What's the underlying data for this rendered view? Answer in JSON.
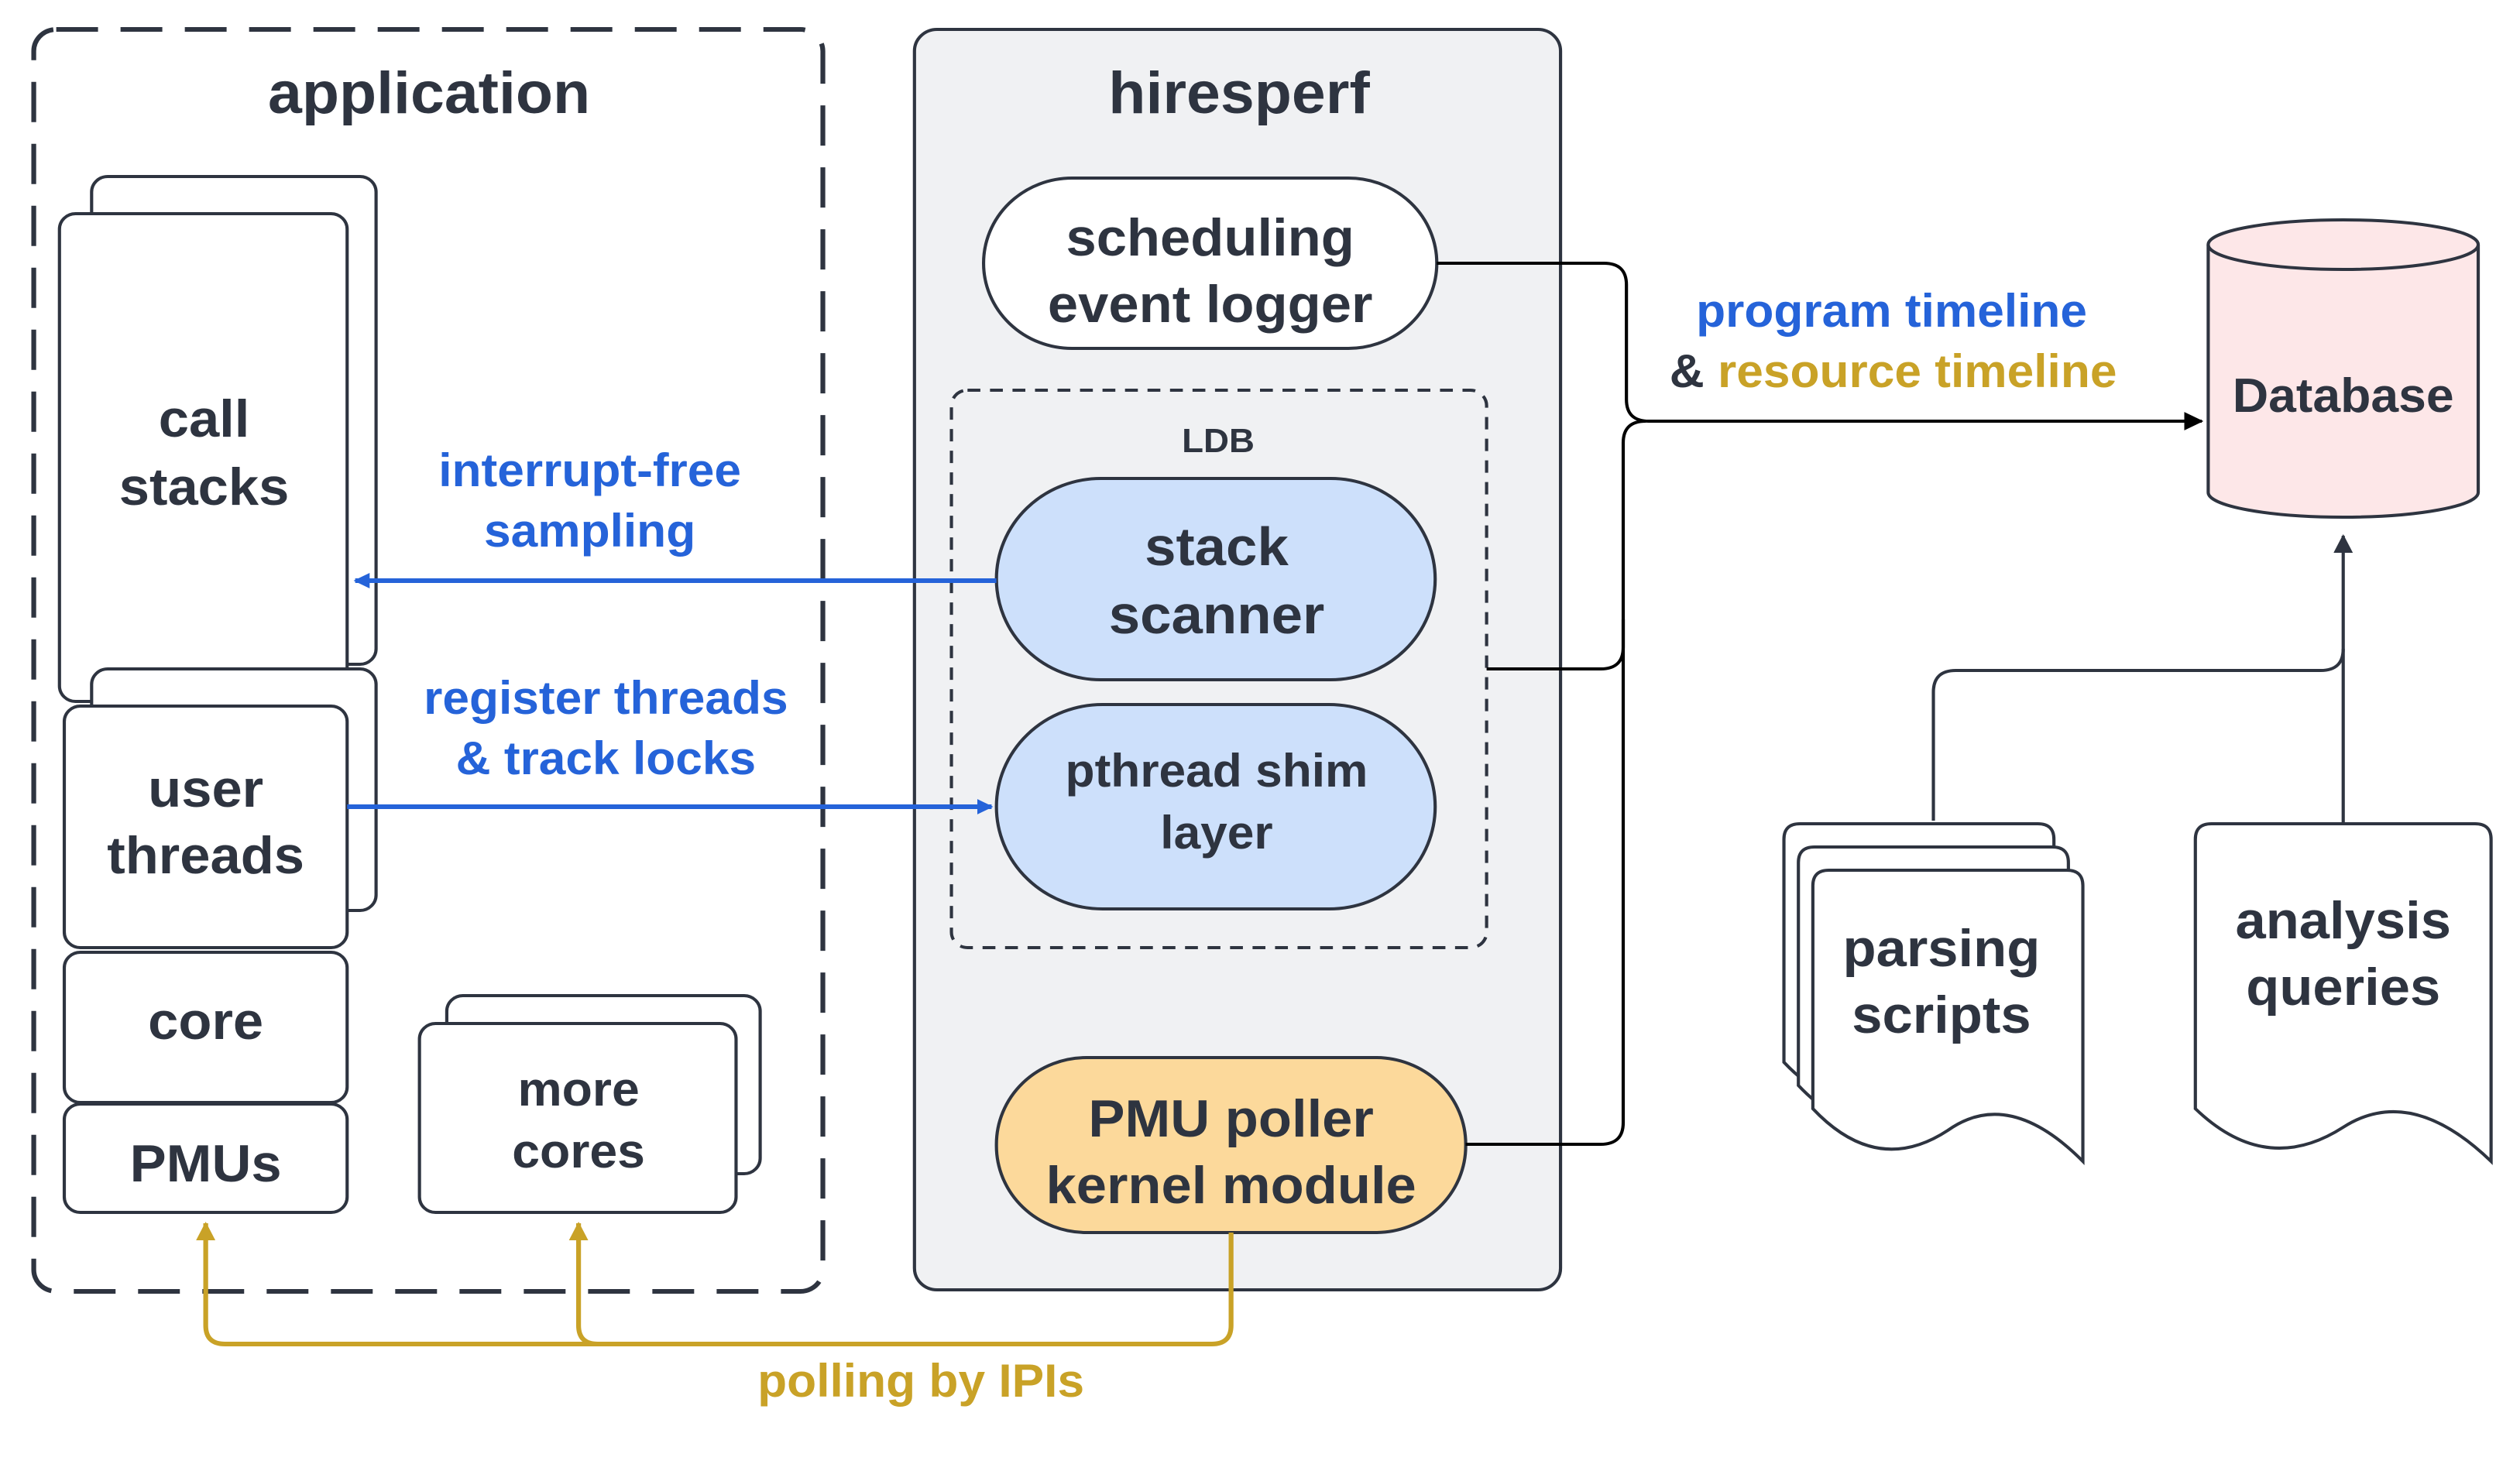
{
  "application": {
    "title": "application",
    "call_stacks": [
      "call",
      "stacks"
    ],
    "user_threads": [
      "user",
      "threads"
    ],
    "core": "core",
    "pmus": "PMUs",
    "more_cores": [
      "more",
      "cores"
    ]
  },
  "hiresperf": {
    "title": "hiresperf",
    "scheduling_logger": [
      "scheduling",
      "event logger"
    ],
    "ldb": {
      "title": "LDB",
      "stack_scanner": [
        "stack",
        "scanner"
      ],
      "pthread_shim": [
        "pthread shim",
        "layer"
      ]
    },
    "pmu_poller": [
      "PMU poller",
      "kernel module"
    ]
  },
  "edges": {
    "sampling": [
      "interrupt-free",
      "sampling"
    ],
    "register": [
      "register threads",
      "& track locks"
    ],
    "polling": "polling by IPIs",
    "timeline_program": "program timeline",
    "timeline_amp": "& ",
    "timeline_resource": "resource timeline"
  },
  "database": "Database",
  "parsing_scripts": [
    "parsing",
    "scripts"
  ],
  "analysis_queries": [
    "analysis",
    "queries"
  ],
  "colors": {
    "ink": "#2e3440",
    "sampling_blue": "#2563d9",
    "polling_gold": "#c9a227",
    "hiresperf_panel": "#f0f1f3",
    "node_blue": "#cde0fb",
    "node_orange": "#fcd99b",
    "database_pink": "#fde7e8"
  },
  "icons": {
    "database": "cylinder-icon",
    "documents": "document-stack-icon"
  }
}
